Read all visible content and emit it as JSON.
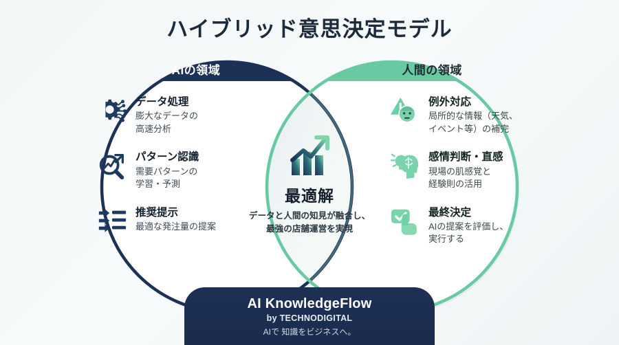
{
  "title": "ハイブリッド意思決定モデル",
  "colors": {
    "navy": "#1d3055",
    "navy_dark": "#15243f",
    "green": "#68c9a2",
    "green_light": "#a7e3c6",
    "background": "#f2f7f6",
    "text_dark": "#14202e"
  },
  "left_circle": {
    "badge_label": "AIの領域",
    "items": [
      {
        "icon": "gear-circuit-icon",
        "title": "データ処理",
        "desc": "膨大なデータの\n高速分析"
      },
      {
        "icon": "magnifier-trend-icon",
        "title": "パターン認識",
        "desc": "需要パターンの\n学習・予測"
      },
      {
        "icon": "arrow-list-icon",
        "title": "推奨提示",
        "desc": "最適な発注量の提案"
      }
    ]
  },
  "right_circle": {
    "badge_label": "人間の領域",
    "items": [
      {
        "icon": "alert-face-icon",
        "title": "例外対応",
        "desc": "局所的な情報（天気、\nイベント等）の補完"
      },
      {
        "icon": "lightbulb-head-icon",
        "title": "感情判断・直感",
        "desc": "現場の肌感覚と\n経験則の活用"
      },
      {
        "icon": "check-hand-icon",
        "title": "最終決定",
        "desc": "AIの提案を評価し、\n実行する"
      }
    ]
  },
  "center": {
    "icon": "growth-chart-arrow-icon",
    "title": "最適解",
    "desc": "データと人間の知見が融合し、\n最強の店舗運営を実現"
  },
  "footer": {
    "brand": "AI KnowledgeFlow",
    "by": "by TECHNODIGITAL",
    "tagline": "AIで 知識をビジネスへ。"
  }
}
